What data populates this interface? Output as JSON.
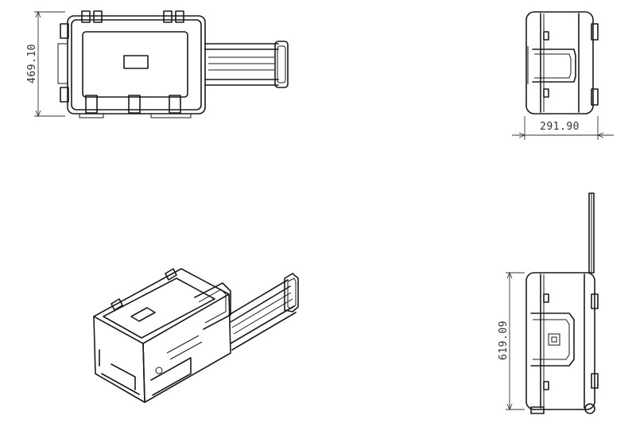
{
  "drawing": {
    "views": [
      "top-view",
      "side-view",
      "isometric-view",
      "end-view"
    ],
    "dimensions": {
      "width": "469.10",
      "depth": "291.90",
      "height": "619.09"
    },
    "line_color": "#1a1a1a",
    "background": "#ffffff"
  }
}
